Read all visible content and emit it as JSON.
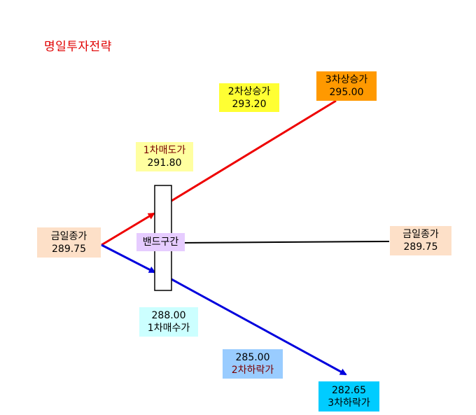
{
  "title": "명일투자전략",
  "today_close_left": {
    "label": "금일종가",
    "value": "289.75"
  },
  "today_close_right": {
    "label": "금일종가",
    "value": "289.75"
  },
  "band": {
    "label": "밴드구간"
  },
  "sell1": {
    "label": "1차매도가",
    "value": "291.80"
  },
  "rise2": {
    "label": "2차상승가",
    "value": "293.20"
  },
  "rise3": {
    "label": "3차상승가",
    "value": "295.00"
  },
  "buy1": {
    "value": "288.00",
    "label": "1차매수가"
  },
  "fall2": {
    "value": "285.00",
    "label": "2차하락가"
  },
  "fall3": {
    "value": "282.65",
    "label": "3차하락가"
  },
  "colors": {
    "up": "#ee0000",
    "down": "#0000dd",
    "flat": "#000000",
    "close_bg": "#fde0c8",
    "band_bg": "#e6ccff",
    "sell1_bg": "#ffffa0",
    "rise2_bg": "#ffff33",
    "rise3_bg": "#ff9900",
    "buy1_bg": "#ccffff",
    "fall2_bg": "#99ccff",
    "fall3_bg": "#00ccff"
  }
}
